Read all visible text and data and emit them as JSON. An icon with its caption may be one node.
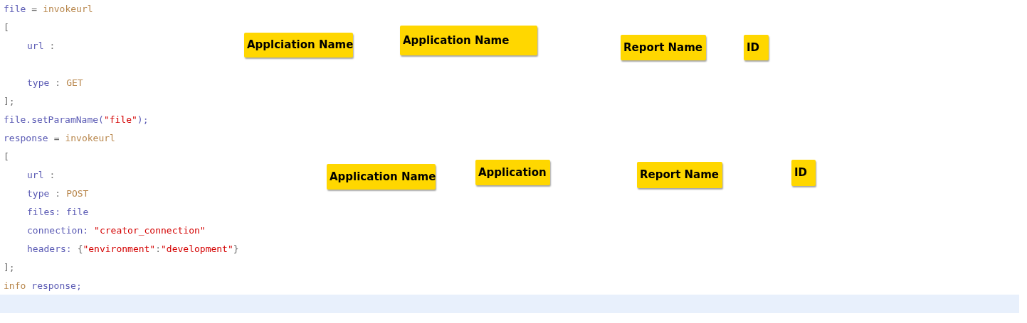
{
  "diagram": {
    "nodes": [
      {
        "text": [
          "Applciation Name"
        ]
      },
      {
        "text": [
          "Application Name"
        ]
      },
      {
        "text": [
          "Report Name"
        ]
      },
      {
        "text": [
          "ID"
        ]
      },
      {
        "text": [
          "Application Name"
        ]
      },
      {
        "text": [
          "Application"
        ]
      },
      {
        "text": [
          "Report Name"
        ]
      },
      {
        "text": [
          "ID"
        ]
      }
    ],
    "labels": [
      "file",
      "=",
      "invokeurl",
      "[",
      "url",
      ":",
      "type",
      ":",
      "GET",
      "];",
      "file.setParamName(",
      "\"file\"",
      ");",
      "response",
      "=",
      "invokeurl",
      "[",
      "url",
      ":",
      "type",
      ":",
      "POST",
      "files:",
      "file",
      "connection:",
      "\"creator_connection\"",
      "headers:",
      "{",
      "\"environment\"",
      ":",
      "\"development\"",
      "}",
      "];",
      "info",
      "response;"
    ]
  }
}
